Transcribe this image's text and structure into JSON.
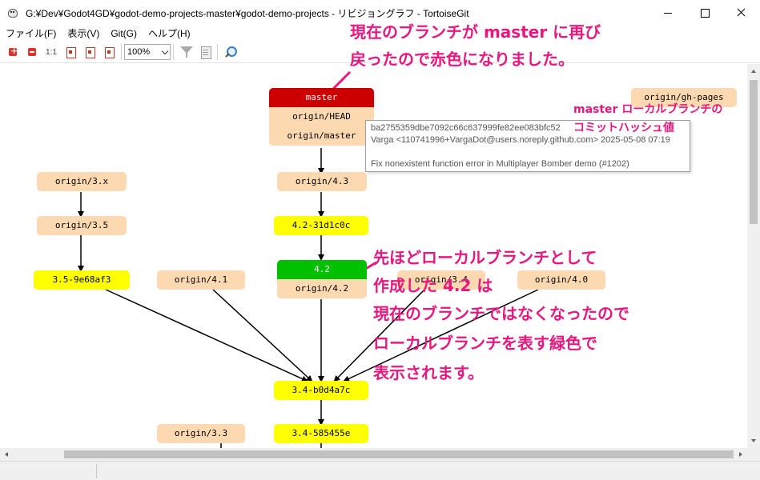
{
  "window": {
    "title": "G:¥Dev¥Godot4GD¥godot-demo-projects-master¥godot-demo-projects - リビジョングラフ - TortoiseGit"
  },
  "menu": {
    "items": [
      {
        "label": "ファイル(F)"
      },
      {
        "label": "表示(V)"
      },
      {
        "label": "Git(G)"
      },
      {
        "label": "ヘルプ(H)"
      }
    ]
  },
  "toolbar": {
    "zoom_value": "100%",
    "one_to_one_label": "1:1"
  },
  "graph": {
    "nodes": {
      "master": "master",
      "origin_head": "origin/HEAD",
      "origin_master": "origin/master",
      "origin_gh_pages": "origin/gh-pages",
      "origin_3x": "origin/3.x",
      "origin_43": "origin/4.3",
      "origin_35": "origin/3.5",
      "tag_42": "4.2-31d1c0c",
      "local_42": "4.2",
      "origin_42": "origin/4.2",
      "tag_35": "3.5-9e68af3",
      "origin_41": "origin/4.1",
      "origin_34": "origin/3.4",
      "origin_40": "origin/4.0",
      "tag_34a": "3.4-b0d4a7c",
      "origin_33": "origin/3.3",
      "tag_34b": "3.4-585455e"
    },
    "colors": {
      "remote": "#fcd9b0",
      "tag": "#ffff00",
      "local_branch": "#00c000",
      "current_branch": "#cc0000"
    }
  },
  "tooltip": {
    "hash": "ba2755359dbe7092c66c637999fe82ee083bfc52",
    "author": "Varga <110741996+VargaDot@users.noreply.github.com> 2025-05-08 07:19",
    "message": "Fix nonexistent function error in Multiplayer Bomber demo (#1202)"
  },
  "annotations": {
    "top_line1": "現在のブランチが master に再び",
    "top_line2": "戻ったので赤色になりました。",
    "hash_line1": "master ローカルブランチの",
    "hash_line2": "コミットハッシュ値",
    "mid_line1": "先ほどローカルブランチとして",
    "mid_line2": "作成した 4.2 は",
    "mid_line3": "現在のブランチではなくなったので",
    "mid_line4": "ローカルブランチを表す緑色で",
    "mid_line5": "表示されます。",
    "color": "#e8177d"
  }
}
